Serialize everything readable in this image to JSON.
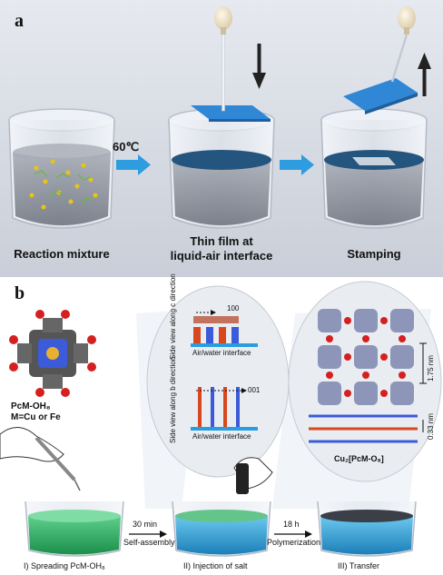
{
  "panel_a": {
    "letter": "a",
    "temperature": "60℃",
    "captions": [
      "Reaction mixture",
      "Thin film at",
      "liquid-air interface",
      "Stamping"
    ]
  },
  "panel_b": {
    "letter": "b",
    "molecule_name": "PcM-OH₈",
    "metal": "M=Cu or Fe",
    "top_view": {
      "label": "Side view along c direction",
      "index": "100",
      "interface": "Air/water interface"
    },
    "bottom_view": {
      "label": "Side view along b direction",
      "index": "001",
      "interface": "Air/water interface"
    },
    "spacing_pore": "1.75 nm",
    "spacing_layer": "0.33 nm",
    "product": "Cu₂[PcM-O₈]",
    "arrow1_top": "30 min",
    "arrow1_bottom": "Self-assembly",
    "arrow2_top": "18 h",
    "arrow2_bottom": "Polymerization",
    "steps": [
      "I) Spreading PcM-OH₈",
      "II) Injection of salt",
      "III) Transfer"
    ]
  },
  "colors": {
    "panel_a_bg": "#d9dde6",
    "arrow_blue": "#2d9de0",
    "film_blue": "#23557e",
    "stamp_blue": "#2f87d6",
    "water_green": "#31b56a",
    "water_blue": "#2aa0d8",
    "copper": "#e06a2a",
    "oxygen": "#d42020",
    "nitrogen": "#3b5bd9"
  }
}
